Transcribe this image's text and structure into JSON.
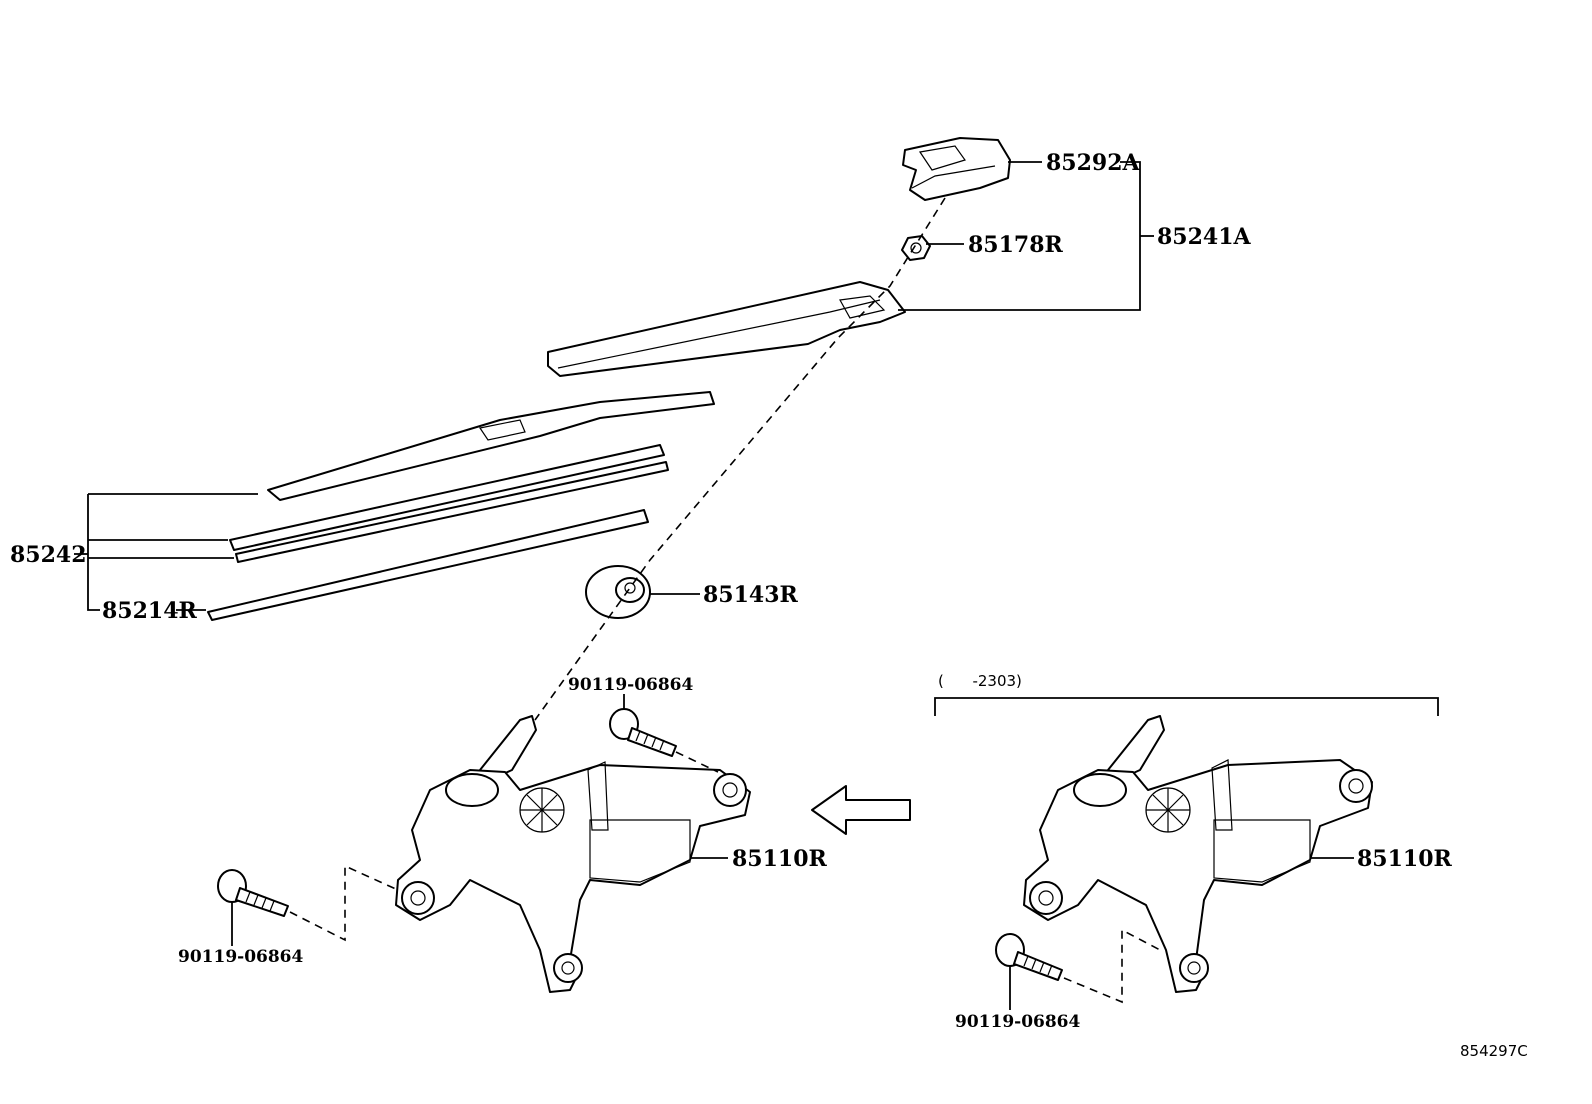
{
  "diagram": {
    "labels": {
      "cap": "85292A",
      "arm_assy": "85241A",
      "nut": "85178R",
      "blade_assy": "85242",
      "rubber": "85214R",
      "grommet": "85143R",
      "bolt_top": "90119-06864",
      "bolt_left": "90119-06864",
      "bolt_right": "90119-06864",
      "motor_left": "85110R",
      "motor_right": "85110R"
    },
    "variant_range": "(      -2303)",
    "figure_code": "854297C"
  }
}
